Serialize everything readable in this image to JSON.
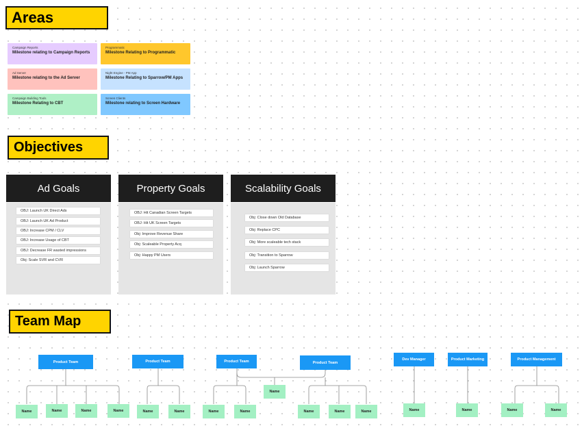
{
  "sections": {
    "areas": "Areas",
    "objectives": "Objectives",
    "team_map": "Team Map"
  },
  "areas": [
    {
      "category": "Campaign Reports",
      "milestone": "Milestone relating to Campaign Reports",
      "color": "#e6ccff"
    },
    {
      "category": "Programmatic",
      "milestone": "Milestone Relating to Programmatic",
      "color": "#ffc72c"
    },
    {
      "category": "Ad Server",
      "milestone": "Milestone relating to the Ad Server",
      "color": "#ffc2bd"
    },
    {
      "category": "Night Engine - PM App",
      "milestone": "Milestone Relating to Sparrow/PM Apps",
      "color": "#c6e2ff"
    },
    {
      "category": "Campaign Building Tools",
      "milestone": "Milestone Relating to CBT",
      "color": "#aff0c6"
    },
    {
      "category": "Screen Clients",
      "milestone": "Milestone relating to Screen Hardware",
      "color": "#80c8ff"
    }
  ],
  "objectives": {
    "ad_goals": {
      "title": "Ad Goals",
      "items": [
        "OBJ: Launch UK Direct Ads",
        "OBJ: Launch UK Ad Product",
        "OBJ: Increase CPM / CLV",
        "OBJ: Increase Usage of CBT",
        "OBJ: Decrease FR wasted impressions",
        "Obj: Scale SVR and CVR"
      ]
    },
    "property_goals": {
      "title": "Property Goals",
      "items": [
        "OBJ: Hit Canadian Screen Targets",
        "OBJ: Hit UK Screen Targets",
        "Obj: Improve Revenue Share",
        "Obj: Scaleable Property Acq",
        "Obj: Happy PM Users"
      ]
    },
    "scalability_goals": {
      "title": "Scalability Goals",
      "items": [
        "Obj: Close down Old Database",
        "Obj: Replace CPC",
        "Obj: More scaleable tech stack",
        "Obj: Transition to Sparrow",
        "Obj: Launch Sparrow"
      ]
    }
  },
  "team_map": {
    "teams": [
      "Product Team",
      "Product Team",
      "Product Team",
      "Product Team",
      "Dev Manager",
      "Product Marketing",
      "Product Management"
    ],
    "member_label": "Name"
  },
  "colors": {
    "title_bg": "#ffd400",
    "panel_header": "#1e1e1e",
    "panel_body": "#e5e5e5",
    "team_box": "#1a98f5",
    "member_box": "#a3f0c3",
    "connector": "#888888"
  }
}
